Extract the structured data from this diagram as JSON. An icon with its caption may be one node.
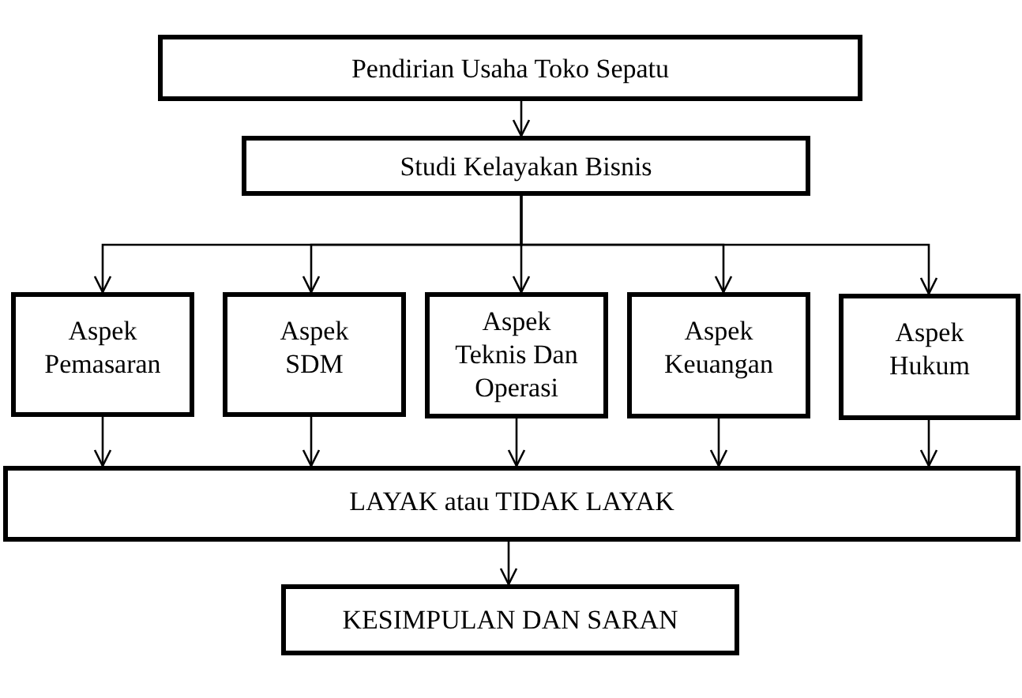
{
  "diagram": {
    "nodes": [
      {
        "text": [
          "Pendirian Usaha Toko Sepatu"
        ]
      },
      {
        "text": [
          "Studi Kelayakan Bisnis"
        ]
      },
      {
        "text": [
          "Aspek Pemasaran"
        ]
      },
      {
        "text": [
          "Aspek SDM"
        ]
      },
      {
        "text": [
          "Aspek Teknis Dan Operasi"
        ]
      },
      {
        "text": [
          "Aspek Keuangan"
        ]
      },
      {
        "text": [
          "Aspek Hukum"
        ]
      },
      {
        "text": [
          "LAYAK atau TIDAK LAYAK"
        ]
      },
      {
        "text": [
          "KESIMPULAN DAN SARAN"
        ]
      }
    ],
    "edges": [
      {
        "from": 0,
        "to": 1,
        "arrow": "to"
      },
      {
        "from": 1,
        "to": 2,
        "arrow": "to"
      },
      {
        "from": 1,
        "to": 3,
        "arrow": "to"
      },
      {
        "from": 1,
        "to": 4,
        "arrow": "to"
      },
      {
        "from": 1,
        "to": 5,
        "arrow": "to"
      },
      {
        "from": 1,
        "to": 6,
        "arrow": "to"
      },
      {
        "from": 2,
        "to": 7,
        "arrow": "to"
      },
      {
        "from": 3,
        "to": 7,
        "arrow": "to"
      },
      {
        "from": 4,
        "to": 7,
        "arrow": "to"
      },
      {
        "from": 5,
        "to": 7,
        "arrow": "to"
      },
      {
        "from": 6,
        "to": 7,
        "arrow": "to"
      },
      {
        "from": 7,
        "to": 8,
        "arrow": "to"
      }
    ]
  }
}
